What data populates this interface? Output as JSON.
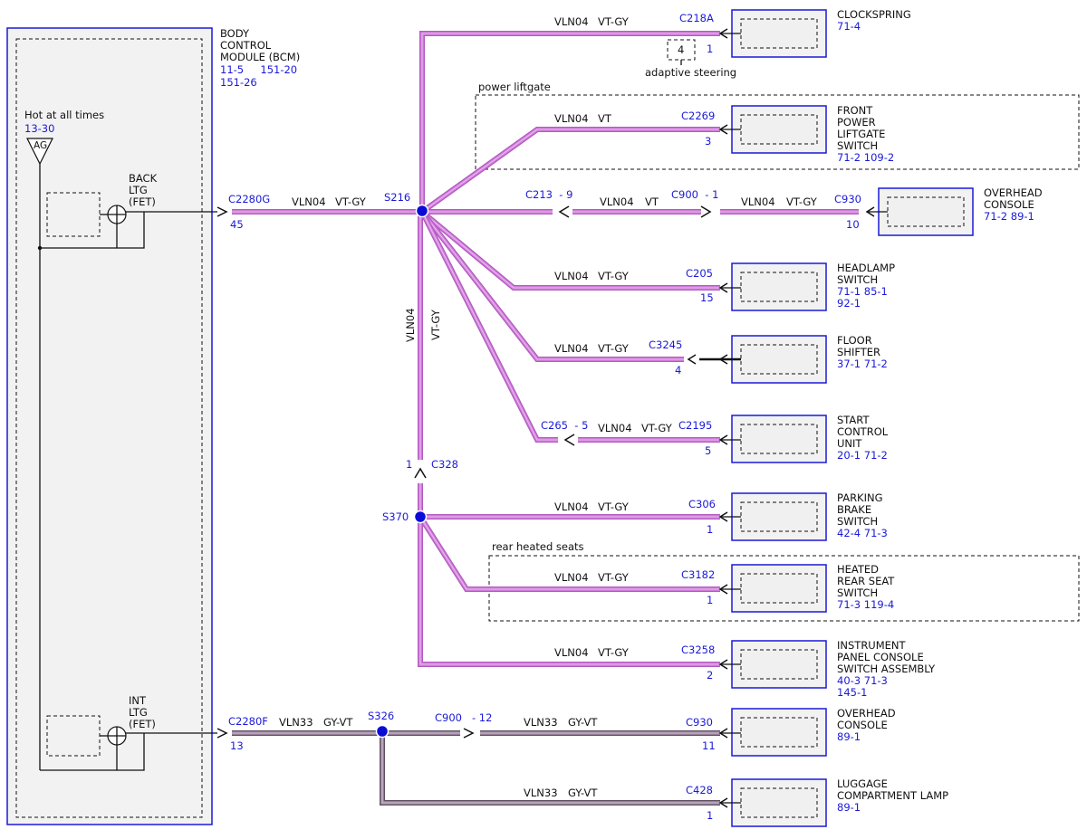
{
  "bcm": {
    "name_lines": [
      "BODY",
      "CONTROL",
      "MODULE (BCM)"
    ],
    "refs_line1": "11-5     151-20",
    "refs_line2": "151-26",
    "hot_label": "Hot at all times",
    "hot_ref": "13-30",
    "fuse_label": "AG",
    "back_ltg_lines": [
      "BACK",
      "LTG",
      "(FET)"
    ],
    "int_ltg_lines": [
      "INT",
      "LTG",
      "(FET)"
    ]
  },
  "connectors": {
    "c2280g": "C2280G",
    "c2280g_pin": "45",
    "c2280f": "C2280F",
    "c2280f_pin": "13",
    "c218a": "C218A",
    "c218a_pin": "1",
    "c2269": "C2269",
    "c2269_pin": "3",
    "c213": "C213  - 9",
    "c900_1": "C900  - 1",
    "c930a": "C930",
    "c930a_pin": "10",
    "c205": "C205",
    "c205_pin": "15",
    "c3245": "C3245",
    "c3245_pin": "4",
    "c265": "C265  - 5",
    "c2195": "C2195",
    "c2195_pin": "5",
    "c328": "C328",
    "c328_pin": "1",
    "c306": "C306",
    "c306_pin": "1",
    "c3182": "C3182",
    "c3182_pin": "1",
    "c3258": "C3258",
    "c3258_pin": "2",
    "c900_12": "C900   - 12",
    "c930b": "C930",
    "c930b_pin": "11",
    "c428": "C428",
    "c428_pin": "1"
  },
  "splices": {
    "s216": "S216",
    "s370": "S370",
    "s326": "S326"
  },
  "circuits": {
    "vln04": "VLN04",
    "vt_gy": "VT-GY",
    "vt": "VT",
    "vln33": "VLN33",
    "gy_vt": "GY-VT"
  },
  "options": {
    "adaptive_steering": "adaptive steering",
    "adaptive_pin": "4",
    "power_liftgate": "power liftgate",
    "rear_heated_seats": "rear heated seats"
  },
  "components": {
    "clockspring": {
      "lines": [
        "CLOCKSPRING"
      ],
      "refs": [
        "71-4"
      ]
    },
    "liftgate_switch": {
      "lines": [
        "FRONT",
        "POWER",
        "LIFTGATE",
        "SWITCH"
      ],
      "refs": [
        "71-2    109-2"
      ]
    },
    "overhead_console_a": {
      "lines": [
        "OVERHEAD",
        "CONSOLE"
      ],
      "refs": [
        "71-2    89-1"
      ]
    },
    "headlamp_switch": {
      "lines": [
        "HEADLAMP",
        "SWITCH"
      ],
      "refs": [
        "71-1    85-1",
        "92-1"
      ]
    },
    "floor_shifter": {
      "lines": [
        "FLOOR",
        "SHIFTER"
      ],
      "refs": [
        "37-1    71-2"
      ]
    },
    "start_control": {
      "lines": [
        "START",
        "CONTROL",
        "UNIT"
      ],
      "refs": [
        "20-1    71-2"
      ]
    },
    "parking_brake": {
      "lines": [
        "PARKING",
        "BRAKE",
        "SWITCH"
      ],
      "refs": [
        "42-4    71-3"
      ]
    },
    "heated_rear_seat": {
      "lines": [
        "HEATED",
        "REAR SEAT",
        "SWITCH"
      ],
      "refs": [
        "71-3    119-4"
      ]
    },
    "ip_console": {
      "lines": [
        "INSTRUMENT",
        "PANEL CONSOLE",
        "SWITCH ASSEMBLY"
      ],
      "refs": [
        "40-3    71-3",
        "145-1"
      ]
    },
    "overhead_console_b": {
      "lines": [
        "OVERHEAD",
        "CONSOLE"
      ],
      "refs": [
        "89-1"
      ]
    },
    "luggage_lamp": {
      "lines": [
        "LUGGAGE",
        "COMPARTMENT LAMP"
      ],
      "refs": [
        "89-1"
      ]
    }
  },
  "colors": {
    "violet_wire": "#d484de",
    "violet_edge": "#b25ac0",
    "gray_wire": "#a58fa8",
    "gray_edge": "#5e4f60",
    "ref_blue": "#1a1ad8",
    "splice": "#0b0bd6"
  }
}
